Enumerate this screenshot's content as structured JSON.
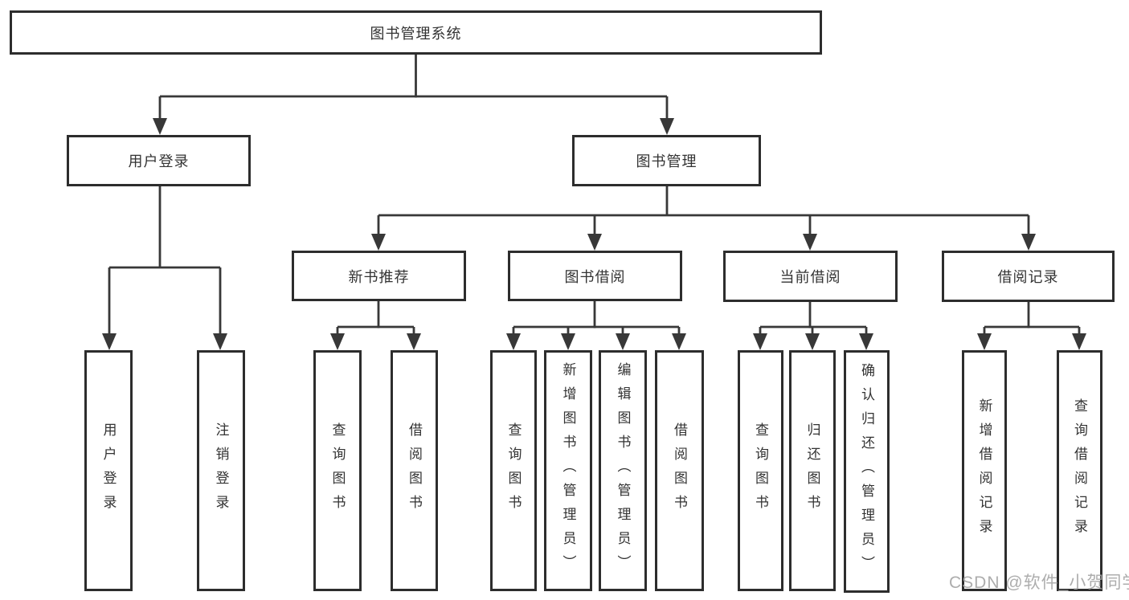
{
  "diagram": {
    "title_node": {
      "label": "图书管理系统"
    },
    "level2": [
      {
        "label": "用户登录"
      },
      {
        "label": "图书管理"
      }
    ],
    "level3": [
      {
        "label": "新书推荐"
      },
      {
        "label": "图书借阅"
      },
      {
        "label": "当前借阅"
      },
      {
        "label": "借阅记录"
      }
    ],
    "leaves": [
      {
        "label": "用户登录"
      },
      {
        "label": "注销登录"
      },
      {
        "label": "查询图书"
      },
      {
        "label": "借阅图书"
      },
      {
        "label": "查询图书"
      },
      {
        "label": "新增图书（管理员）"
      },
      {
        "label": "编辑图书（管理员）"
      },
      {
        "label": "借阅图书"
      },
      {
        "label": "查询图书"
      },
      {
        "label": "归还图书"
      },
      {
        "label": "确认归还（管理员）"
      },
      {
        "label": "新增借阅记录"
      },
      {
        "label": "查询借阅记录"
      }
    ]
  },
  "watermark": {
    "text": "CSDN @软件_小贺同学"
  },
  "colors": {
    "line": "#383838",
    "border": "#2d2d2d",
    "text": "#333333",
    "watermark": "#a6a6a6",
    "background": "#ffffff"
  }
}
